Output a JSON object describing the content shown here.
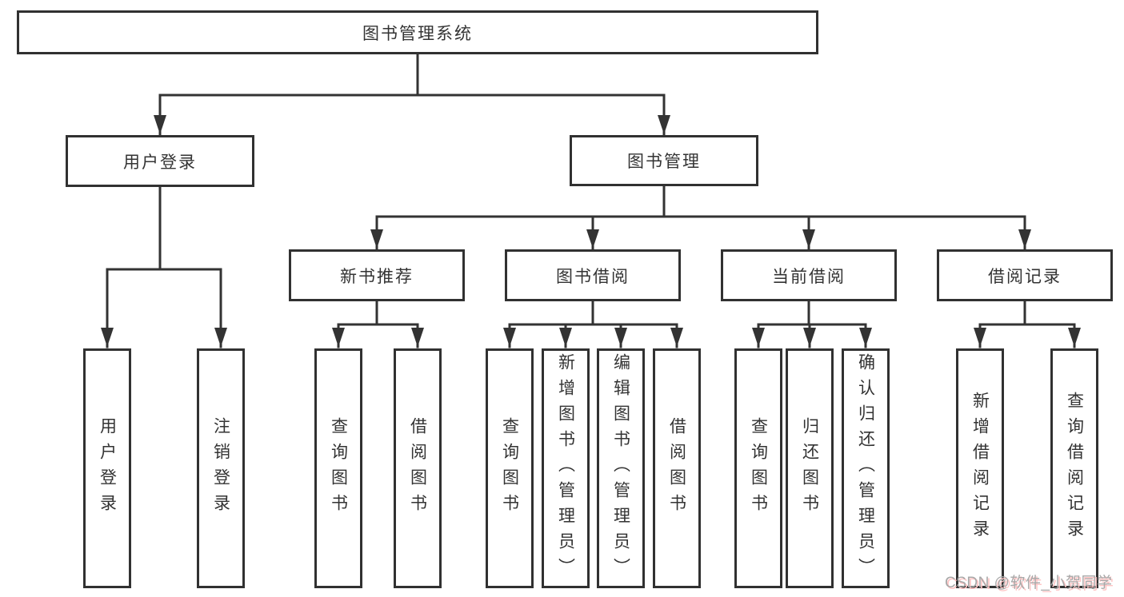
{
  "diagram_title": "图书管理系统",
  "tree": {
    "root": {
      "id": "library-management-system",
      "label": "图书管理系统",
      "children": [
        {
          "id": "user-login",
          "label": "用户登录",
          "children": [
            {
              "id": "user-login-leaf",
              "label": "用户登录"
            },
            {
              "id": "logout-leaf",
              "label": "注销登录"
            }
          ]
        },
        {
          "id": "book-management",
          "label": "图书管理",
          "children": [
            {
              "id": "new-book-recommendation",
              "label": "新书推荐",
              "children": [
                {
                  "id": "query-books",
                  "label": "查询图书"
                },
                {
                  "id": "borrow-books",
                  "label": "借阅图书"
                }
              ]
            },
            {
              "id": "book-borrowing",
              "label": "图书借阅",
              "children": [
                {
                  "id": "query-books",
                  "label": "查询图书"
                },
                {
                  "id": "add-books-admin",
                  "label": "新增图书（管理员）"
                },
                {
                  "id": "edit-books-admin",
                  "label": "编辑图书（管理员）"
                },
                {
                  "id": "borrow-books",
                  "label": "借阅图书"
                }
              ]
            },
            {
              "id": "current-borrowing",
              "label": "当前借阅",
              "children": [
                {
                  "id": "query-books",
                  "label": "查询图书"
                },
                {
                  "id": "return-books",
                  "label": "归还图书"
                },
                {
                  "id": "confirm-return-admin",
                  "label": "确认归还（管理员）"
                }
              ]
            },
            {
              "id": "borrowing-records",
              "label": "借阅记录",
              "children": [
                {
                  "id": "add-borrowing-record",
                  "label": "新增借阅记录"
                },
                {
                  "id": "query-borrowing-record",
                  "label": "查询借阅记录"
                }
              ]
            }
          ]
        }
      ]
    }
  },
  "watermark": {
    "text": "CSDN @软件_小贺同学"
  },
  "colors": {
    "line": "#333333",
    "box_border": "#313131",
    "text": "#333333",
    "background": "#ffffff",
    "watermark_text": "#a8a8a8",
    "watermark_shadow": "#ffc4c4"
  }
}
